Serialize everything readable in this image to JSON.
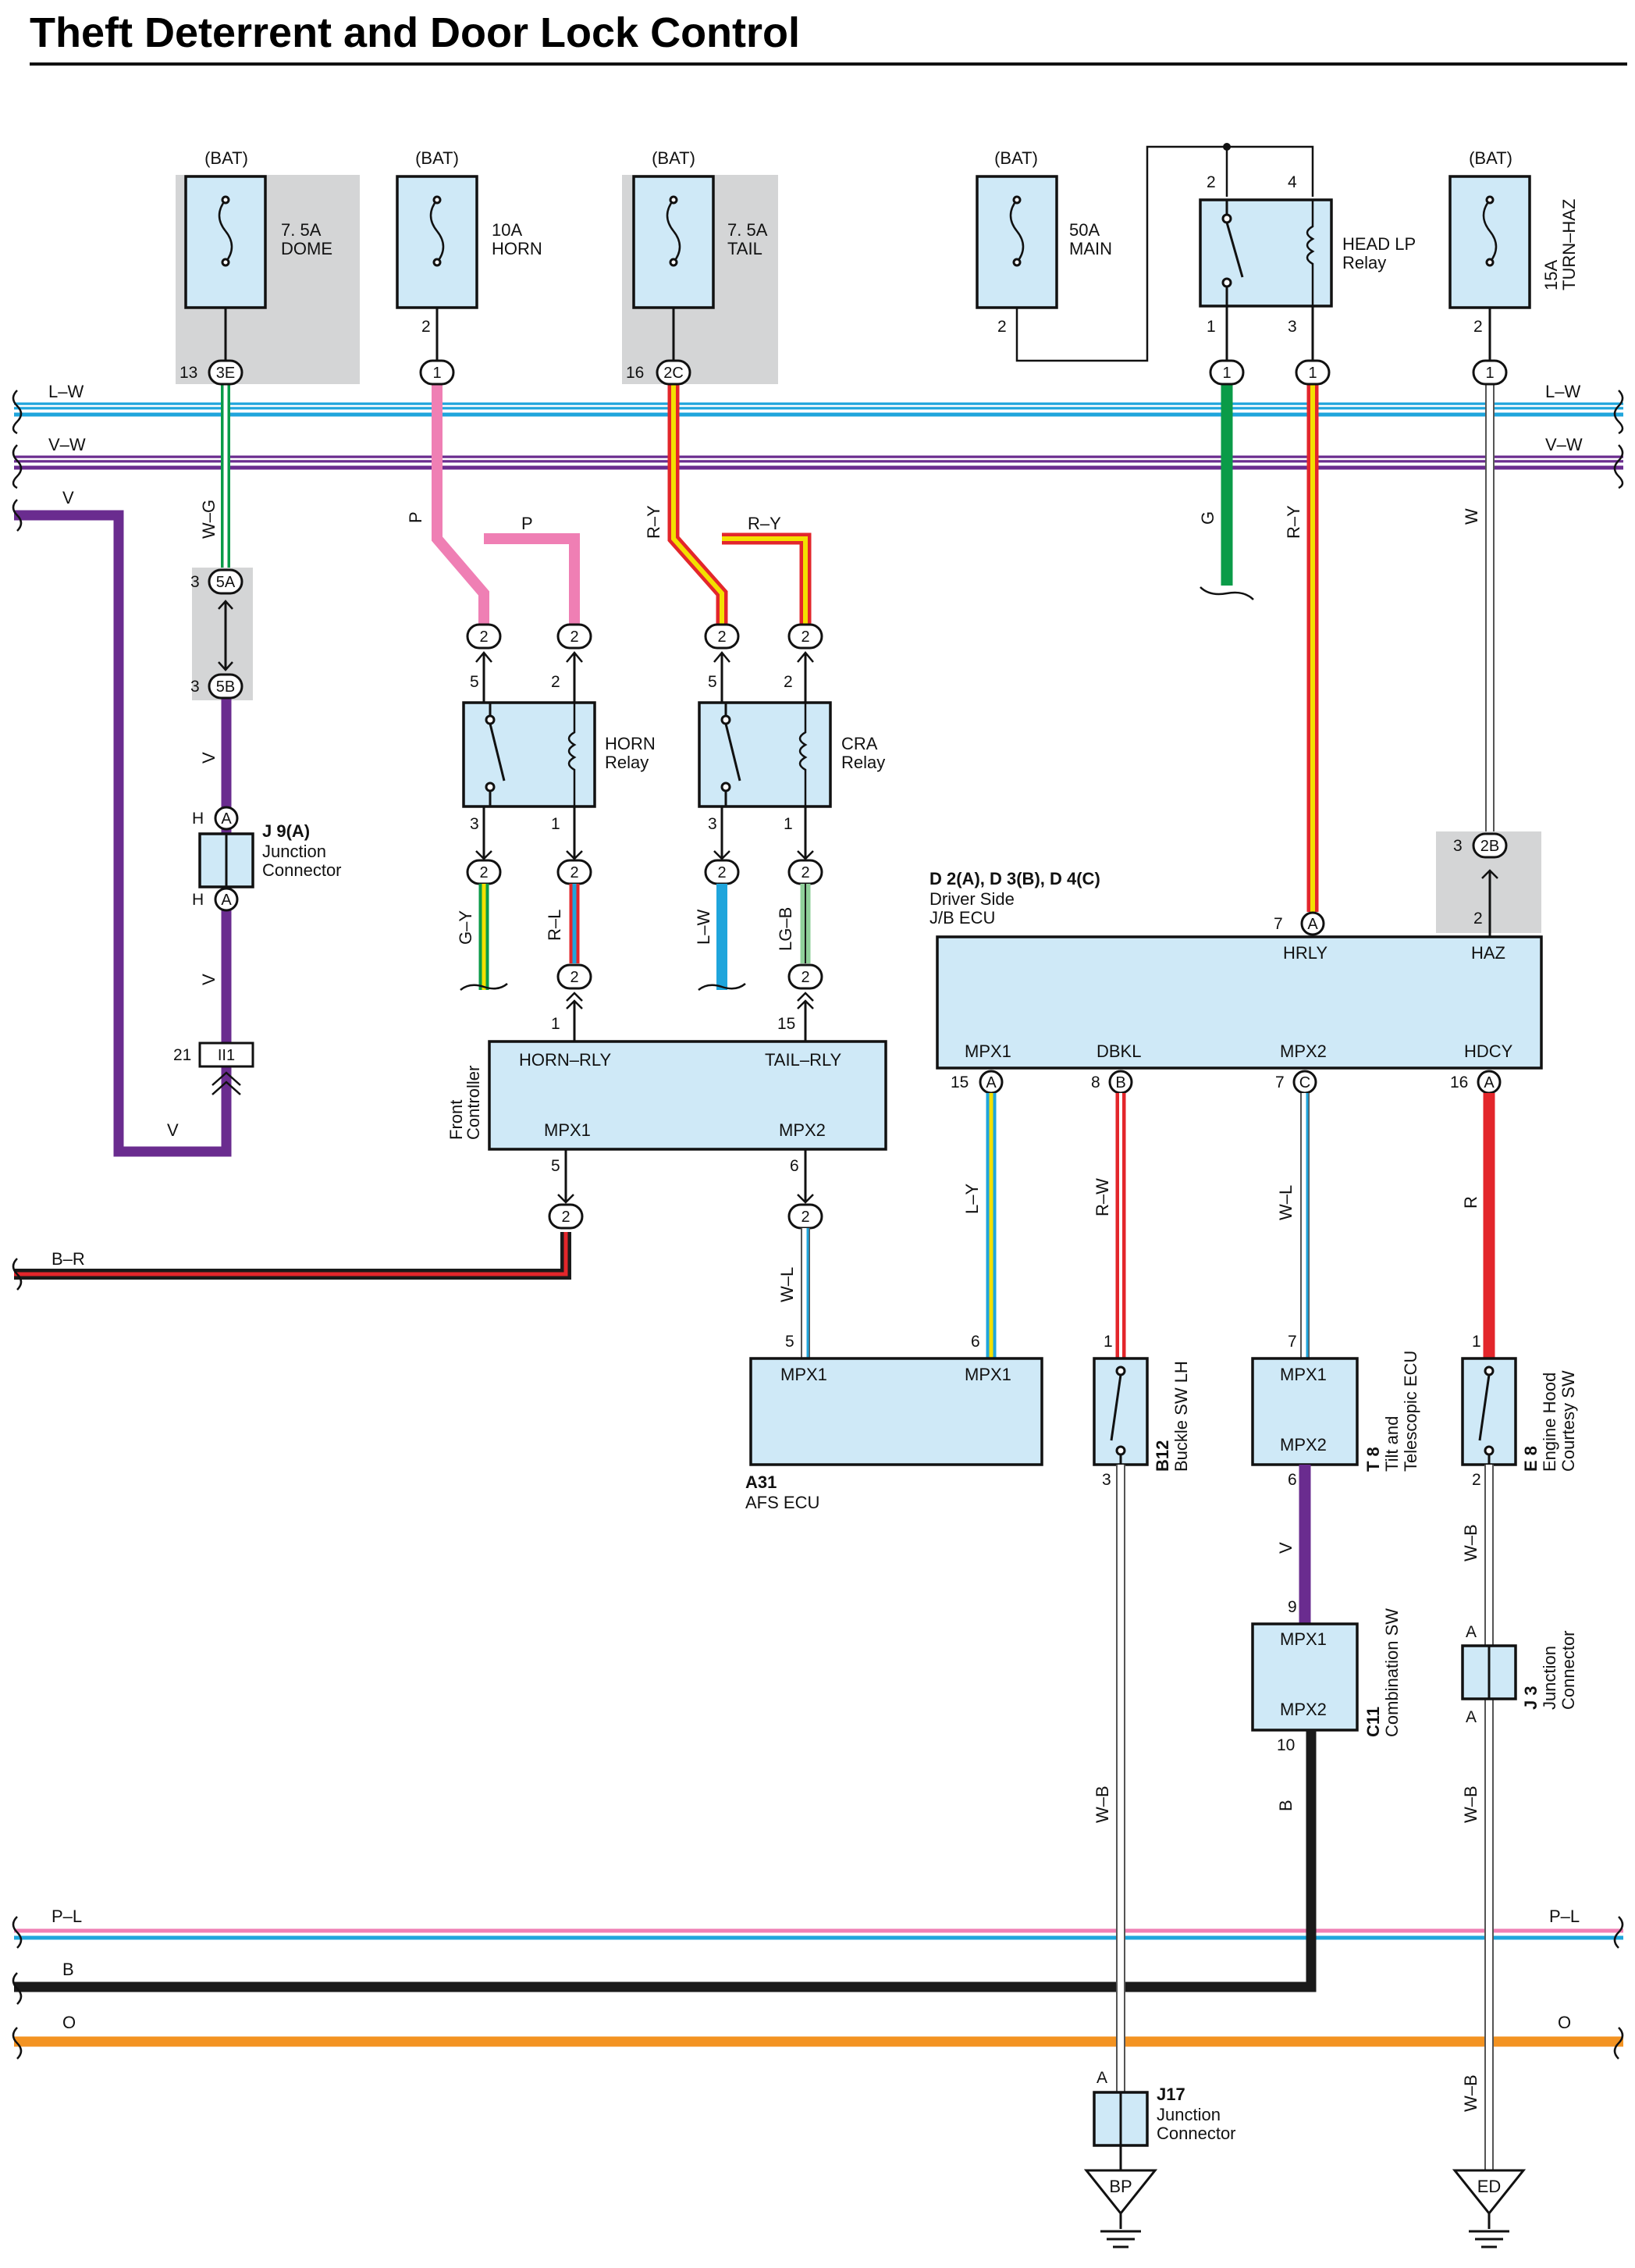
{
  "title": "Theft Deterrent and Door Lock Control",
  "bat": "(BAT)",
  "fuses": {
    "dome": {
      "amp": "7. 5A",
      "name": "DOME",
      "pin": "13",
      "conn": "3E"
    },
    "horn": {
      "amp": "10A",
      "name": "HORN",
      "pin": "2",
      "conn": "1"
    },
    "tail": {
      "amp": "7. 5A",
      "name": "TAIL",
      "pin": "16",
      "conn": "2C"
    },
    "main": {
      "amp": "50A",
      "name": "MAIN",
      "pin": "2"
    },
    "turn": {
      "amp": "15A",
      "name": "TURN–HAZ",
      "pin": "2",
      "conn": "1"
    }
  },
  "head_lp_relay": {
    "name": "HEAD LP",
    "sub": "Relay",
    "pins": [
      "2",
      "4",
      "1",
      "3"
    ],
    "conn": "1"
  },
  "buses": {
    "lw": "L–W",
    "vw": "V–W",
    "v": "V",
    "br": "B–R",
    "pl": "P–L",
    "b": "B",
    "o": "O"
  },
  "wires": {
    "wg": "W–G",
    "v1": "V",
    "v2": "V",
    "v3": "V",
    "p1": "P",
    "p2": "P",
    "ry1": "R–Y",
    "ry2": "R–Y",
    "g": "G",
    "ry3": "R–Y",
    "w": "W",
    "gy": "G–Y",
    "rl": "R–L",
    "lw": "L–W",
    "lgb": "LG–B",
    "wl1": "W–L",
    "ly": "L–Y",
    "rw": "R–W",
    "wl2": "W–L",
    "r": "R",
    "wb1": "W–B",
    "wb2": "W–B",
    "wb3": "W–B",
    "wb4": "W–B",
    "b": "B"
  },
  "conn_5a": {
    "pin": "3",
    "name": "5A"
  },
  "conn_5b": {
    "pin": "3",
    "name": "5B"
  },
  "j9": {
    "id": "J 9(A)",
    "name1": "Junction",
    "name2": "Connector",
    "pin": "H",
    "conn": "A"
  },
  "ii1": {
    "pin": "21",
    "name": "II1"
  },
  "horn_relay": {
    "name": "HORN",
    "sub": "Relay",
    "pins": [
      "5",
      "2",
      "3",
      "1"
    ],
    "conn": "2",
    "conn_out": "2",
    "conn_out_pin": "1"
  },
  "cra_relay": {
    "name": "CRA",
    "sub": "Relay",
    "pins": [
      "5",
      "2",
      "3",
      "1"
    ],
    "conn": "2",
    "conn_out": "2",
    "conn_out_pin": "15"
  },
  "front_controller": {
    "name1": "Front",
    "name2": "Controller",
    "horn_rly": "HORN–RLY",
    "tail_rly": "TAIL–RLY",
    "mpx1": "MPX1",
    "mpx2": "MPX2",
    "pin_mpx1": "5",
    "pin_mpx2": "6",
    "conn": "2"
  },
  "jb_ecu": {
    "id": "D 2(A), D 3(B), D 4(C)",
    "name1": "Driver Side",
    "name2": "J/B ECU",
    "hrly": "HRLY",
    "haz": "HAZ",
    "mpx1": "MPX1",
    "dbkl": "DBKL",
    "mpx2": "MPX2",
    "hdcy": "HDCY",
    "pin_hrly": "7",
    "conn_hrly": "A",
    "pin_haz": "2",
    "conn_2b_pin": "3",
    "conn_2b": "2B",
    "pin_mpx1": "15",
    "conn_mpx1": "A",
    "pin_dbkl": "8",
    "conn_dbkl": "B",
    "pin_mpx2": "7",
    "conn_mpx2": "C",
    "pin_hdcy": "16",
    "conn_hdcy": "A"
  },
  "a31": {
    "id": "A31",
    "name": "AFS ECU",
    "mpx1a": "MPX1",
    "mpx1b": "MPX1",
    "pin_a": "5",
    "pin_b": "6"
  },
  "b12": {
    "id": "B12",
    "name": "Buckle SW LH",
    "pin_top": "1",
    "pin_bot": "3"
  },
  "t8": {
    "id": "T 8",
    "name1": "Tilt and",
    "name2": "Telescopic ECU",
    "mpx1": "MPX1",
    "mpx2": "MPX2",
    "pin_top": "7",
    "pin_bot": "6"
  },
  "e8": {
    "id": "E 8",
    "name1": "Engine Hood",
    "name2": "Courtesy SW",
    "pin_top": "1",
    "pin_bot": "2"
  },
  "c11": {
    "id": "C11",
    "name": "Combination SW",
    "mpx1": "MPX1",
    "mpx2": "MPX2",
    "pin_top": "9",
    "pin_bot": "10"
  },
  "j3": {
    "id": "J 3",
    "name1": "Junction",
    "name2": "Connector",
    "pin": "A"
  },
  "j17": {
    "id": "J17",
    "name1": "Junction",
    "name2": "Connector",
    "pin": "A"
  },
  "grounds": {
    "bp": "BP",
    "ed": "ED"
  },
  "colors": {
    "blue": "#1fa5dc",
    "violet": "#6a2c8f",
    "pink": "#ef7fb4",
    "red": "#e3262b",
    "yellow": "#f3e000",
    "green": "#0a9b48",
    "lightgreen": "#8fcf9a",
    "black": "#1a1a1a",
    "orange": "#f39322",
    "white": "#ffffff",
    "box": "#cfe9f7",
    "gray": "#d4d5d6"
  }
}
